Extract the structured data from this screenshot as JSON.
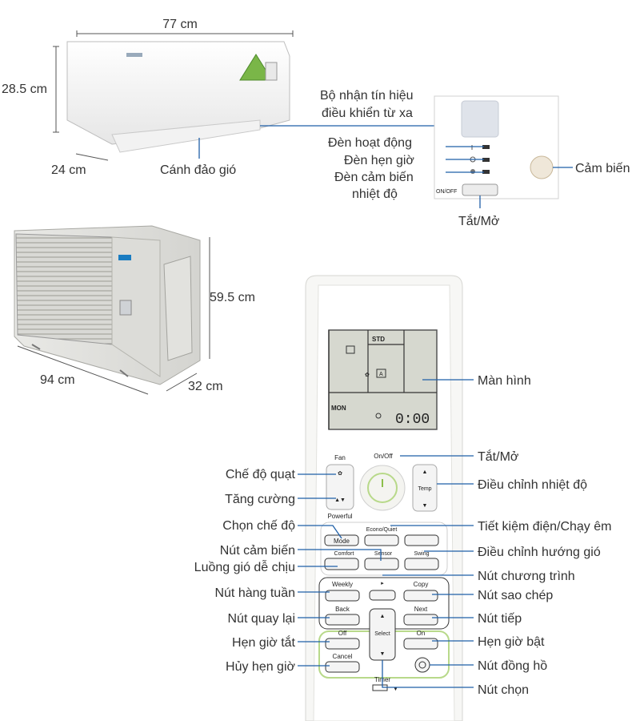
{
  "indoor": {
    "dims": {
      "width": "77 cm",
      "height": "28.5 cm",
      "depth": "24 cm"
    },
    "labels": {
      "receiver_line1": "Bộ nhận tín hiệu",
      "receiver_line2": "điều khiển từ xa",
      "operation_lamp": "Đèn hoạt động",
      "timer_lamp": "Đèn hẹn giờ",
      "sensor_lamp_line1": "Đèn cảm biến",
      "sensor_lamp_line2": "nhiệt độ",
      "sensor": "Cảm biến",
      "on_off": "Tắt/Mở",
      "louver": "Cánh đảo gió"
    },
    "panel_onoff": "ON/OFF"
  },
  "outdoor": {
    "dims": {
      "width": "94  cm",
      "height": "59.5 cm",
      "depth": "32 cm"
    }
  },
  "remote": {
    "lcd": {
      "std": "STD",
      "day": "MON",
      "time": "0:00",
      "mode_a": "A"
    },
    "buttons": {
      "fan": "Fan",
      "powerful": "Powerful",
      "on_off": "On/Off",
      "temp": "Temp",
      "mode": "Mode",
      "econo_quiet": "Econo/Quiet",
      "comfort": "Comfort",
      "sensor": "Sensor",
      "swing": "Swing",
      "weekly": "Weekly",
      "copy": "Copy",
      "back": "Back",
      "next": "Next",
      "off": "Off",
      "select": "Select",
      "on": "On",
      "cancel": "Cancel",
      "timer": "Timer"
    },
    "left_labels": {
      "fan_mode": "Chế độ quạt",
      "powerful": "Tăng cường",
      "mode": "Chọn chế độ",
      "sensor": "Nút cảm biến",
      "comfort": "Luồng gió dễ chịu",
      "weekly": "Nút hàng tuần",
      "back": "Nút quay lại",
      "off_timer": "Hẹn giờ tắt",
      "cancel_timer": "Hủy hẹn giờ"
    },
    "right_labels": {
      "screen": "Màn hình",
      "on_off": "Tắt/Mở",
      "temp": "Điều chỉnh nhiệt độ",
      "econo": "Tiết kiệm điện/Chạy êm",
      "swing": "Điều chỉnh hướng gió",
      "program": "Nút chương trình",
      "copy": "Nút sao chép",
      "next": "Nút tiếp",
      "on_timer": "Hẹn giờ bật",
      "clock": "Nút đồng hồ",
      "select": "Nút chọn"
    }
  },
  "colors": {
    "line": "#1f5fa8",
    "timer_green": "#b8d98a",
    "brand_blue": "#1a7cc1"
  }
}
